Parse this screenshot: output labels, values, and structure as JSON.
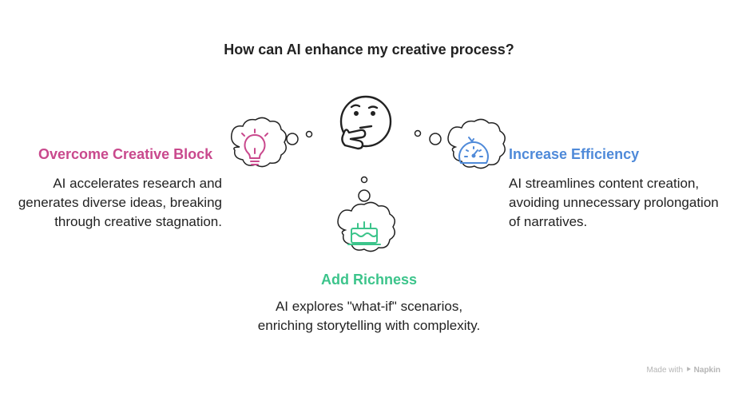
{
  "title": "How can AI enhance my creative process?",
  "branches": {
    "left": {
      "heading": "Overcome Creative Block",
      "text": "AI accelerates research and generates diverse ideas, breaking through creative stagnation.",
      "icon": "lightbulb-icon",
      "color": "#c9498d"
    },
    "right": {
      "heading": "Increase Efficiency",
      "text": "AI streamlines content creation, avoiding unnecessary prolongation of narratives.",
      "icon": "speedometer-icon",
      "color": "#4f8ad9"
    },
    "bottom": {
      "heading": "Add Richness",
      "text": "AI explores \"what-if\" scenarios, enriching storytelling with complexity.",
      "icon": "cake-icon",
      "color": "#3cc48b"
    }
  },
  "center_icon": "thinking-face-icon",
  "watermark": {
    "prefix": "Made with",
    "brand": "Napkin"
  }
}
